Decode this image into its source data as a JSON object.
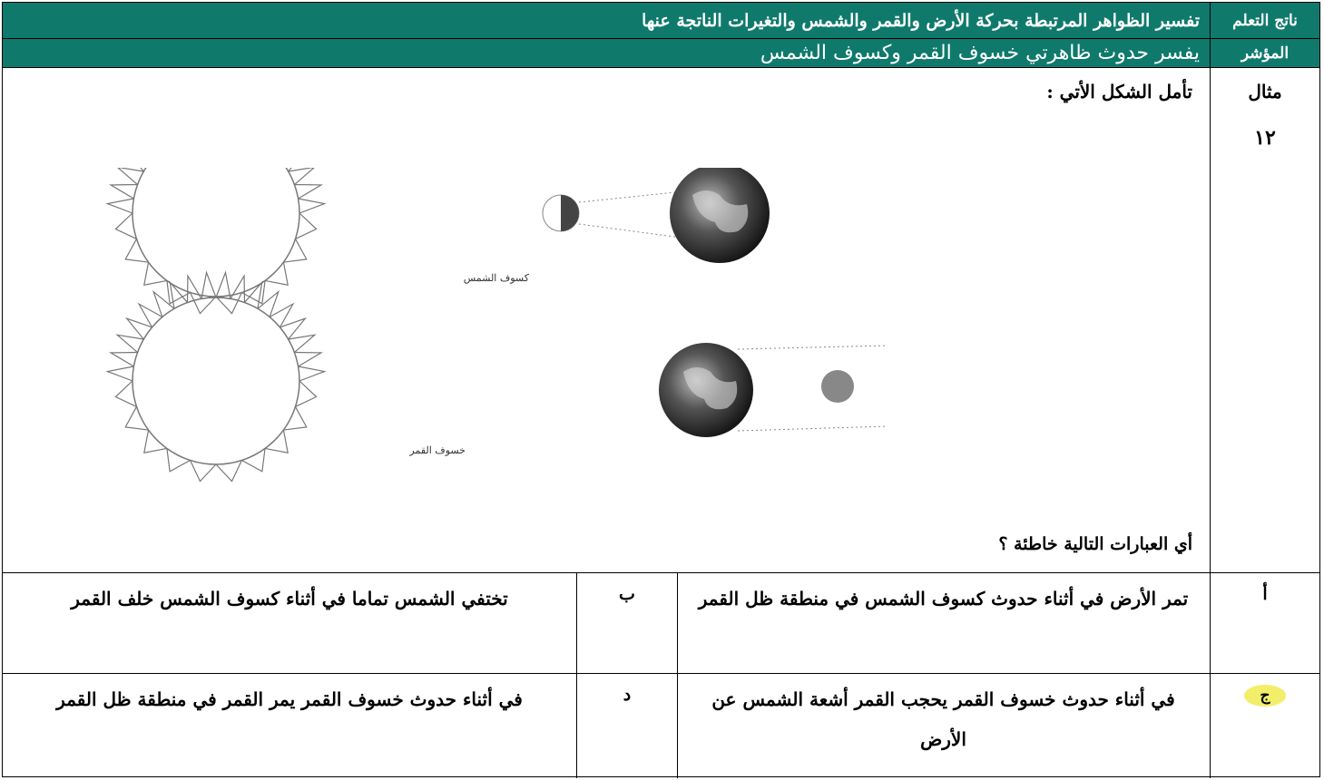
{
  "header": {
    "outcome_label": "ناتج التعلم",
    "outcome_text": "تفسير الظواهر المرتبطة بحركة الأرض والقمر والشمس والتغيرات الناتجة عنها",
    "indicator_label": "المؤشر",
    "indicator_text": "يفسر حدوث ظاهرتي خسوف القمر وكسوف الشمس"
  },
  "example": {
    "label": "مثال",
    "number": "١٢",
    "prompt": "تأمل الشكل الأتي :",
    "figure_caption_top": "كسوف الشمس",
    "figure_caption_bottom": "خسوف القمر",
    "question": "أي العبارات التالية خاطئة ؟"
  },
  "options": {
    "a_letter": "أ",
    "a_text": "تمر الأرض في أثناء حدوث كسوف الشمس في منطقة ظل القمر",
    "b_letter": "ب",
    "b_text": "تختفي الشمس تماما في أثناء كسوف الشمس خلف القمر",
    "c_letter": "ج",
    "c_text": "في أثناء حدوث خسوف القمر يحجب القمر أشعة الشمس عن الأرض",
    "d_letter": "د",
    "d_text": "في أثناء حدوث خسوف القمر يمر القمر في منطقة ظل القمر"
  },
  "colors": {
    "header_bg": "#0f7a6c",
    "highlight": "#f2ee6a"
  }
}
